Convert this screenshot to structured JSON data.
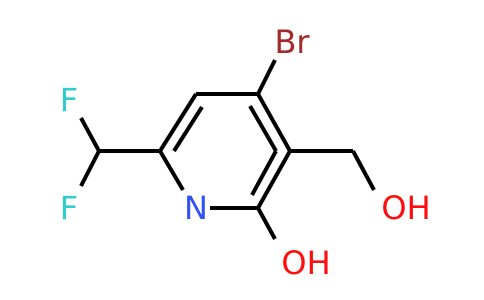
{
  "molecule": {
    "atoms": {
      "br": {
        "label": "Br",
        "color": "#A62929"
      },
      "f_top": {
        "label": "F",
        "color": "#33CCCC"
      },
      "f_bottom": {
        "label": "F",
        "color": "#33CCCC"
      },
      "n": {
        "label": "N",
        "color": "#3050F8"
      },
      "oh_ring": {
        "label": "OH",
        "color": "#FF0D0D"
      },
      "oh_chain": {
        "label": "OH",
        "color": "#FF0D0D"
      }
    }
  }
}
